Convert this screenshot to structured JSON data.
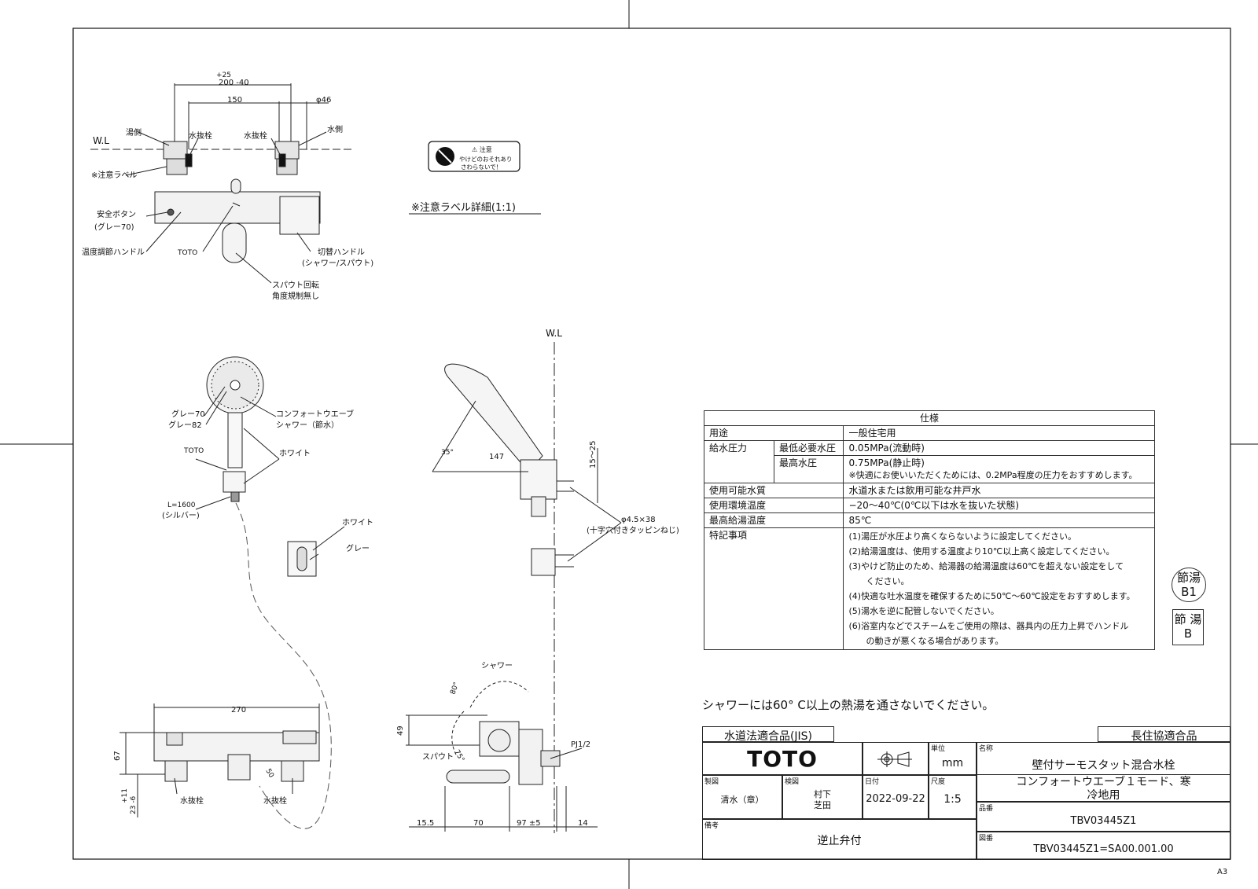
{
  "labels": {
    "wl_top": "W.L",
    "wl_side": "W.L",
    "dim_plus25": "+25",
    "dim_200": "200 -40",
    "dim_150": "150",
    "dim_phi46": "φ46",
    "hot_side": "湯側",
    "cold_side": "水側",
    "drain_plug_l": "水抜栓",
    "drain_plug_r": "水抜栓",
    "caution_label": "※注意ラベル",
    "safety_button": "安全ボタン",
    "safety_button_color": "(グレー70)",
    "temp_handle": "温度調節ハンドル",
    "toto_mark": "TOTO",
    "switch_handle": "切替ハンドル",
    "switch_handle_sub": "(シャワー/スパウト)",
    "spout_rotation": "スパウト回転",
    "spout_rotation_sub": "角度規制無し",
    "caution_detail": "※注意ラベル詳細(1:1)",
    "caution_title": "⚠ 注意",
    "caution_text1": "やけどのおそれあり",
    "caution_text2": "さわらないで！",
    "gray70": "グレー70",
    "gray82": "グレー82",
    "shower_name": "コンフォートウエーブ",
    "shower_name2": "シャワー（節水）",
    "toto_mark2": "TOTO",
    "white": "ホワイト",
    "hose_len": "L=1600",
    "hose_color": "(シルバー)",
    "white2": "ホワイト",
    "gray": "グレー",
    "angle35": "35°",
    "dim147": "147",
    "dim15_25": "15～25",
    "screw": "φ4.5×38",
    "screw_sub": "(十字穴付きタッピンねじ)",
    "dim270": "270",
    "dim67": "67",
    "dim11_6": "+11",
    "dim23": "23 -6",
    "dim50": "50",
    "drain_bottom_l": "水抜栓",
    "drain_bottom_r": "水抜栓",
    "shower_label": "シャワー",
    "angle80": "80°",
    "angle75": "75°",
    "spout_label": "スパウト",
    "dim49": "49",
    "pj": "PJ1/2",
    "dim15_5": "15.5",
    "dim70": "70",
    "dim97": "97 ±5",
    "dim14": "14"
  },
  "spec": {
    "title": "仕様",
    "rows": [
      {
        "k": "用途",
        "v": "一般住宅用"
      },
      {
        "k": "給水圧力",
        "sub": "最低必要水圧",
        "v": "0.05MPa(流動時)"
      },
      {
        "sub": "最高水圧",
        "v": "0.75MPa(静止時)",
        "note": "※快適にお使いいただくためには、0.2MPa程度の圧力をおすすめします。"
      },
      {
        "k": "使用可能水質",
        "v": "水道水または飲用可能な井戸水"
      },
      {
        "k": "使用環境温度",
        "v": "−20～40℃(0℃以下は水を抜いた状態)"
      },
      {
        "k": "最高給湯温度",
        "v": "85℃"
      }
    ],
    "notes_key": "特記事項",
    "notes": [
      "(1)湯圧が水圧より高くならないように設定してください。",
      "(2)給湯温度は、使用する温度より10℃以上高く設定してください。",
      "(3)やけど防止のため、給湯器の給湯温度は60℃を超えない設定をして",
      "　　ください。",
      "(4)快適な吐水温度を確保するために50℃～60℃設定をおすすめします。",
      "(5)湯水を逆に配管しないでください。",
      "(6)浴室内などでスチームをご使用の際は、器具内の圧力上昇でハンドル",
      "　　の動きが悪くなる場合があります。"
    ]
  },
  "stamps": {
    "s1_top": "節湯",
    "s1_bottom": "B1",
    "s2_top": "節 湯",
    "s2_bottom": "B"
  },
  "warning": "シャワーには60° C以上の熱湯を通さないでください。",
  "title_block": {
    "jis": "水道法適合品(JIS)",
    "choju": "長住協適合品",
    "logo": "TOTO",
    "unit_cap": "単位",
    "unit": "mm",
    "name_cap": "名称",
    "name1": "壁付サーモスタット混合水栓",
    "name2": "コンフォートウエーブ１モード、寒",
    "name3": "冷地用",
    "drawn_cap": "製図",
    "drawn": "清水（章）",
    "check_cap": "検図",
    "check1": "村下",
    "check2": "芝田",
    "date_cap": "日付",
    "date": "2022-09-22",
    "scale_cap": "尺度",
    "scale": "1:5",
    "part_cap": "品番",
    "part": "TBV03445Z1",
    "remark_cap": "備考",
    "remark": "逆止弁付",
    "dwg_cap": "図番",
    "dwg": "TBV03445Z1=SA00.001.00"
  },
  "sheet": "A3"
}
